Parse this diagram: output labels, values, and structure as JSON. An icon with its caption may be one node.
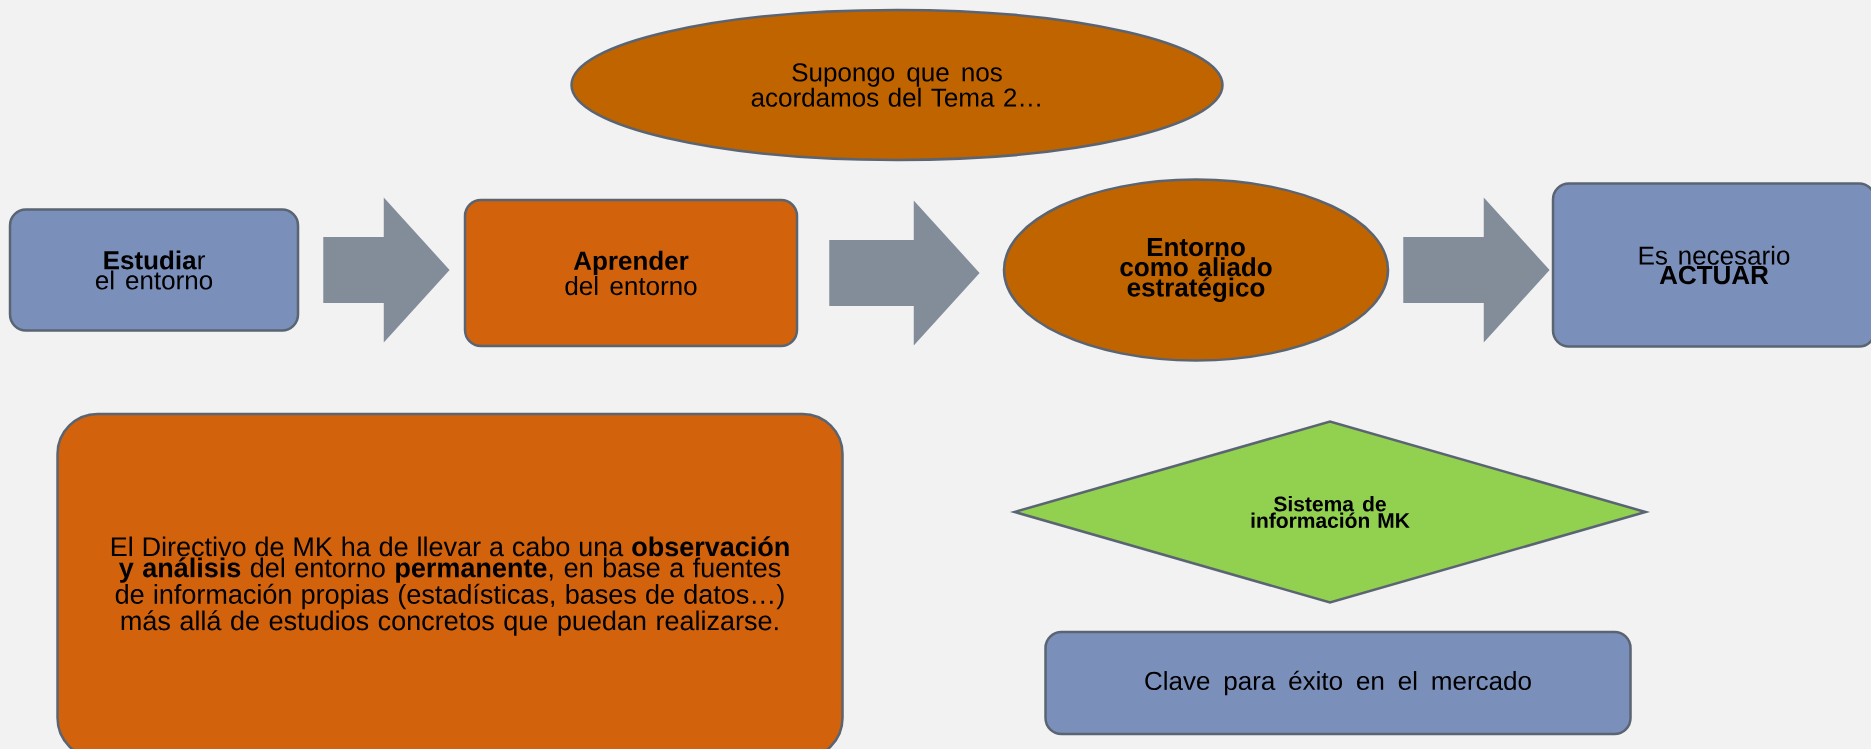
{
  "diagram": {
    "nodes": [
      {
        "text": [
          "Supongo que nos acordamos del Tema 2…"
        ]
      },
      {
        "text": [
          "**Estudia**r el entorno"
        ]
      },
      {
        "text": [
          "**Aprender** del entorno"
        ]
      },
      {
        "text": [
          "Entorno como aliado estratégico"
        ]
      },
      {
        "text": [
          "Es necesario **ACTUAR**"
        ]
      },
      {
        "text": [
          "El Directivo de MK ha de llevar a cabo una **observación y análisis** del entorno **permanente**, en base a fuentes de información propias (estadísticas, bases de datos…) más allá de estudios concretos que puedan realizarse."
        ]
      },
      {
        "text": [
          "Sistema de información MK"
        ]
      },
      {
        "text": [
          "Clave para éxito en el mercado"
        ]
      }
    ],
    "edges": [
      {
        "from": 1,
        "to": 2,
        "arrow": "to"
      },
      {
        "from": 2,
        "to": 3,
        "arrow": "to"
      },
      {
        "from": 3,
        "to": 4,
        "arrow": "to"
      }
    ]
  }
}
